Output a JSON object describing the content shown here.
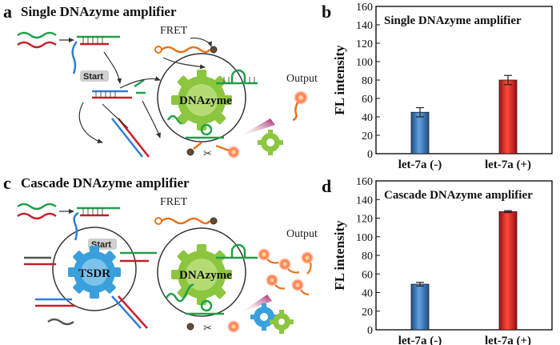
{
  "panels": {
    "a": {
      "letter": "a",
      "title": "Single DNAzyme amplifier",
      "labels": {
        "fret": "FRET",
        "start": "Start",
        "dnazyme": "DNAzyme",
        "output": "Output"
      }
    },
    "c": {
      "letter": "c",
      "title": "Cascade DNAzyme amplifier",
      "labels": {
        "fret": "FRET",
        "start": "Start",
        "tsdr": "TSDR",
        "dnazyme": "DNAzyme",
        "output": "Output"
      }
    },
    "b": {
      "letter": "b"
    },
    "d": {
      "letter": "d"
    }
  },
  "colors": {
    "bar_minus": "#2f6db0",
    "bar_plus": "#d42020",
    "strand_green": "#1fa04a",
    "strand_red": "#c81e2a",
    "strand_blue": "#2f7fd6",
    "strand_orange": "#e8731a",
    "gear_green": "#8cc63f",
    "gear_blue": "#3aa0dc"
  },
  "chart_data": [
    {
      "type": "bar",
      "title": "Single DNAzyme amplifier",
      "ylabel": "FL intensity",
      "xlabel": "",
      "categories": [
        "let-7a (-)",
        "let-7a (+)"
      ],
      "values": [
        45,
        80
      ],
      "errors": [
        5,
        5
      ],
      "ylim": [
        0,
        160
      ],
      "yticks": [
        "0",
        "20",
        "40",
        "60",
        "80",
        "100",
        "120",
        "140",
        "160"
      ],
      "grid": false
    },
    {
      "type": "bar",
      "title": "Cascade DNAzyme amplifier",
      "ylabel": "FL intensity",
      "xlabel": "",
      "categories": [
        "let-7a (-)",
        "let-7a (+)"
      ],
      "values": [
        49,
        127
      ],
      "errors": [
        2,
        1
      ],
      "ylim": [
        0,
        160
      ],
      "yticks": [
        "0",
        "20",
        "40",
        "60",
        "80",
        "100",
        "120",
        "140",
        "160"
      ],
      "grid": false
    }
  ]
}
